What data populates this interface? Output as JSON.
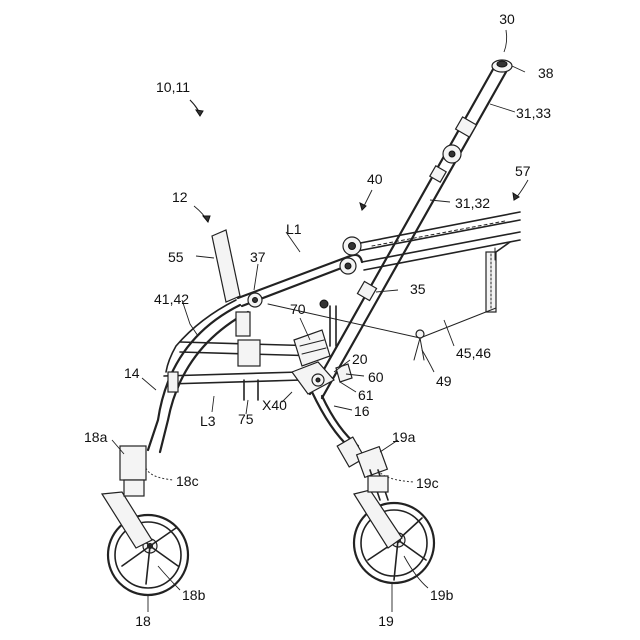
{
  "labels": {
    "l30": "30",
    "l38": "38",
    "l31_33": "31,33",
    "l10_11": "10,11",
    "l57": "57",
    "l40": "40",
    "l31_32": "31,32",
    "l12": "12",
    "lL1": "L1",
    "l55": "55",
    "l37": "37",
    "l35": "35",
    "l41_42": "41,42",
    "l70": "70",
    "l45_46": "45,46",
    "l20": "20",
    "l49": "49",
    "l14": "14",
    "l60": "60",
    "lX40": "X40",
    "l61": "61",
    "lL3": "L3",
    "l75": "75",
    "l16": "16",
    "l18a": "18a",
    "l19a": "19a",
    "l18c": "18c",
    "l19c": "19c",
    "l18b": "18b",
    "l19b": "19b",
    "l18": "18",
    "l19": "19"
  }
}
